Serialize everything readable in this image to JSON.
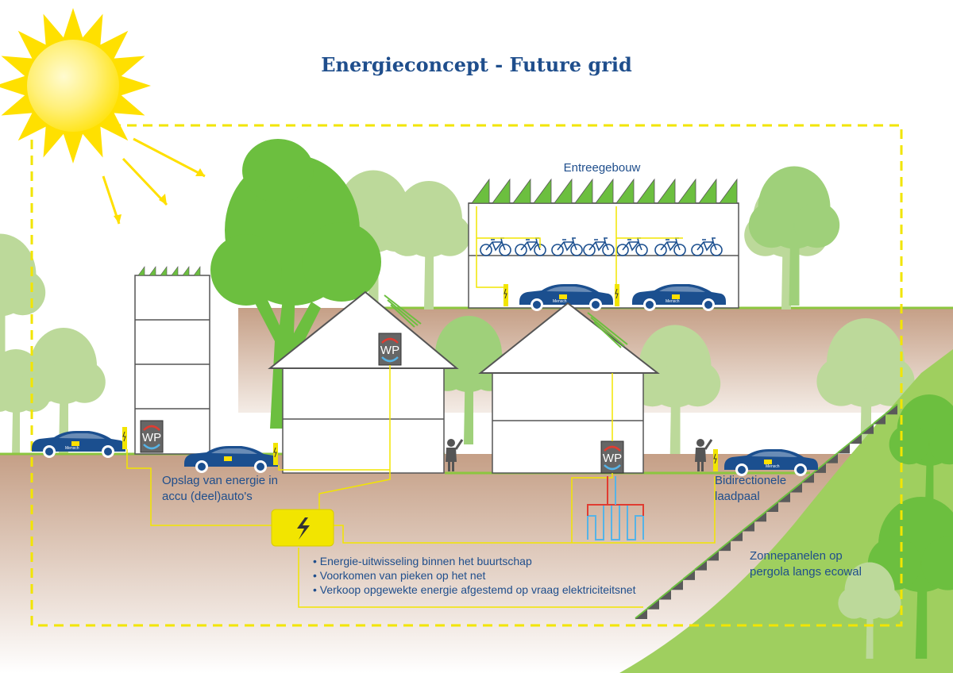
{
  "title": "Energieconcept - Future grid",
  "labels": {
    "entree": "Entreegebouw",
    "opslag_line1": "Opslag van energie in",
    "opslag_line2": "accu (deel)auto's",
    "bidir_line1": "Bidirectionele",
    "bidir_line2": "laadpaal",
    "zonne_line1": "Zonnepanelen op",
    "zonne_line2": "pergola langs ecowal"
  },
  "bullets": [
    "• Energie-uitwisseling binnen het buurtschap",
    "• Voorkomen van pieken op het net",
    "• Verkoop opgewekte energie afgestemd op vraag elektriciteitsnet"
  ],
  "heat_pump_label": "WP",
  "car_brand": "Mensch",
  "colors": {
    "title_blue": "#1f4e8c",
    "sun_yellow": "#ffe000",
    "sun_core": "#fff388",
    "grid_line_yellow": "#f2e500",
    "tree_dark_green": "#6cbf3f",
    "tree_light_green": "#bcd99a",
    "ground_brown": "#c9a68e",
    "car_blue": "#1b4f8f",
    "hot_red": "#e03c31",
    "cold_blue": "#56b3e6"
  },
  "icons": [
    "sun-icon",
    "lightning-icon",
    "heat-pump-icon",
    "bicycle-icon",
    "car-icon",
    "charging-post-icon",
    "person-icon",
    "solar-panel-icon"
  ]
}
